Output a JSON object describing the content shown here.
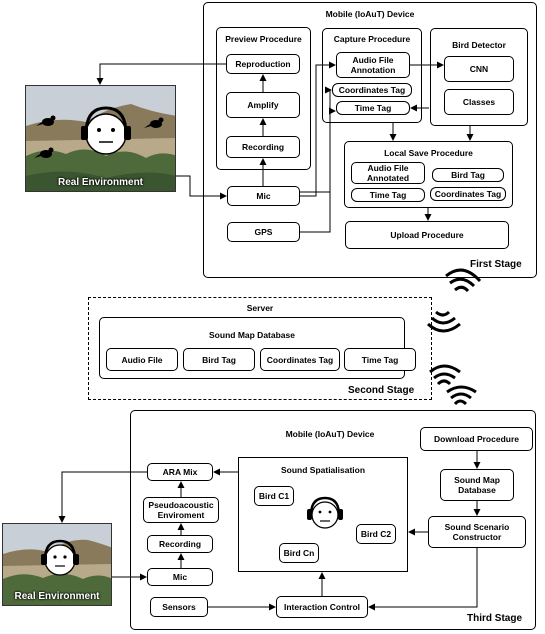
{
  "first_stage": {
    "device_title": "Mobile (IoAuT) Device",
    "stage_label": "First Stage",
    "preview": {
      "title": "Preview Procedure",
      "reproduction": "Reproduction",
      "amplify": "Amplify",
      "recording": "Recording"
    },
    "capture": {
      "title": "Capture Procedure",
      "audio_file_annotation": "Audio File Annotation",
      "coordinates_tag": "Coordinates Tag",
      "time_tag": "Time Tag"
    },
    "bird_detector": {
      "title": "Bird Detector",
      "cnn": "CNN",
      "classes": "Classes"
    },
    "local_save": {
      "title": "Local Save Procedure",
      "audio_file_annotated": "Audio File Annotated",
      "bird_tag": "Bird Tag",
      "time_tag": "Time Tag",
      "coordinates_tag": "Coordinates Tag"
    },
    "mic": "Mic",
    "gps": "GPS",
    "upload": "Upload Procedure",
    "environment_label": "Real Environment"
  },
  "server": {
    "title": "Server",
    "database_title": "Sound Map Database",
    "fields": [
      "Audio File",
      "Bird Tag",
      "Coordinates Tag",
      "Time Tag"
    ],
    "stage_label": "Second Stage"
  },
  "third_stage": {
    "device_title": "Mobile (IoAuT) Device",
    "stage_label": "Third Stage",
    "download": "Download Procedure",
    "sound_map_database": "Sound Map Database",
    "sound_scenario_constructor": "Sound Scenario Constructor",
    "spatialisation": {
      "title": "Sound Spatialisation",
      "bird_c1": "Bird C1",
      "bird_c2": "Bird C2",
      "bird_cn": "Bird Cn"
    },
    "ara_mix": "ARA Mix",
    "pseudoacoustic": "Pseudoacoustic Enviroment",
    "recording": "Recording",
    "mic": "Mic",
    "sensors": "Sensors",
    "interaction_control": "Interaction Control",
    "environment_label": "Real Environment"
  },
  "colors": {
    "line": "#000000",
    "sky": "#c9cfd6",
    "hill": "#8a7a5c",
    "trees": "#4e6a3a",
    "city": "#b8a98a"
  }
}
